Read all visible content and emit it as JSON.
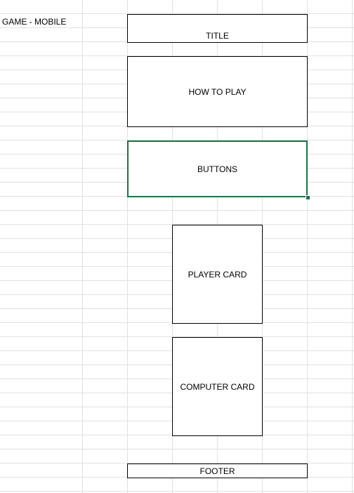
{
  "sheet": {
    "cell_a2": "GAME - MOBILE"
  },
  "wireframe": {
    "title": "TITLE",
    "how_to_play": "HOW TO PLAY",
    "buttons": "BUTTONS",
    "player_card": "PLAYER CARD",
    "computer_card": "COMPUTER CARD",
    "footer": "FOOTER"
  },
  "colors": {
    "selection_border": "#217346",
    "gridline": "#e1e1e1"
  }
}
